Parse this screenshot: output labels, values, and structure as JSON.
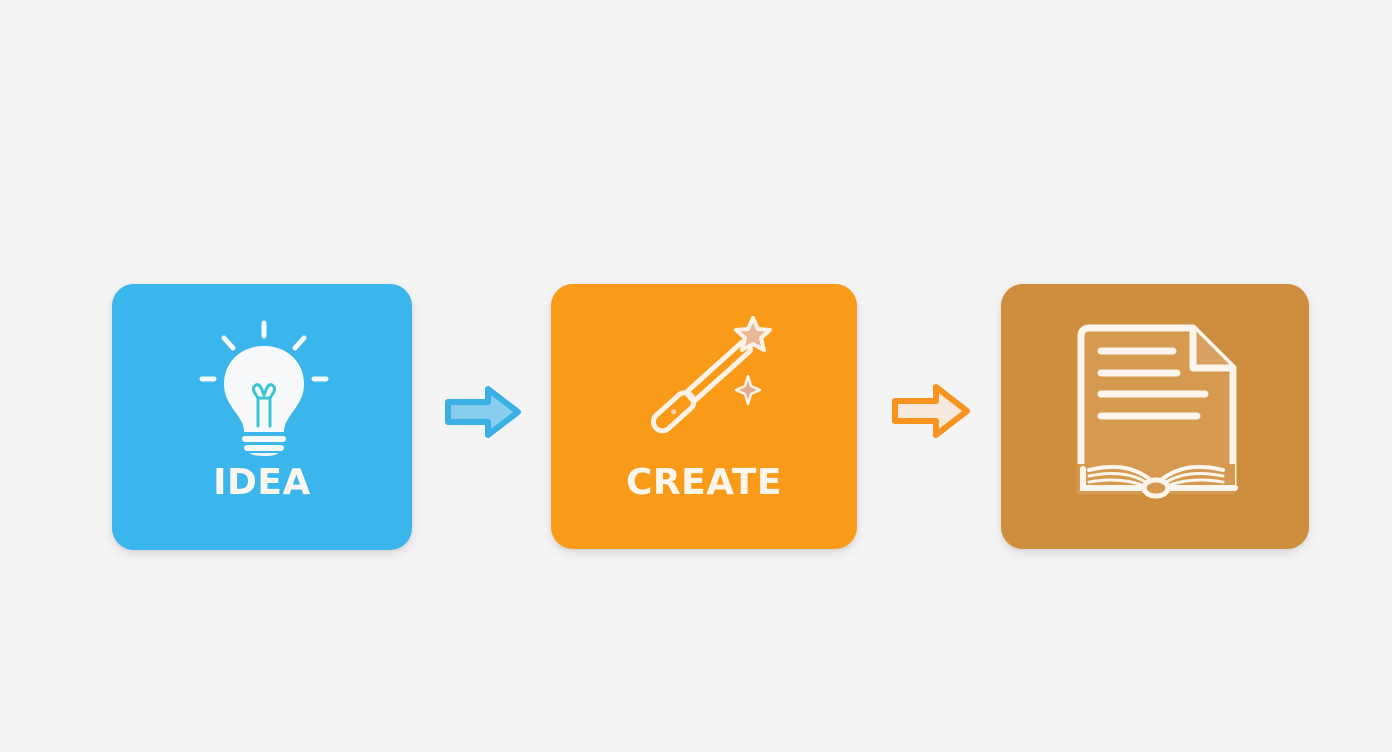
{
  "diagram": {
    "type": "flow",
    "direction": "left-to-right",
    "background_color": "#f4f4f4",
    "steps": [
      {
        "label": "IDEA",
        "icon": "lightbulb-icon",
        "color": "#3bb6ec"
      },
      {
        "label": "CREATE",
        "icon": "magic-wand-icon",
        "color": "#f99a18"
      },
      {
        "label": "",
        "icon": "document-book-icon",
        "color": "#cf8e3e"
      }
    ],
    "connectors": [
      {
        "from": 0,
        "to": 1,
        "icon": "arrow-right-icon",
        "color": "#3bb6ec"
      },
      {
        "from": 1,
        "to": 2,
        "icon": "arrow-right-icon",
        "color": "#f99a18"
      }
    ]
  }
}
